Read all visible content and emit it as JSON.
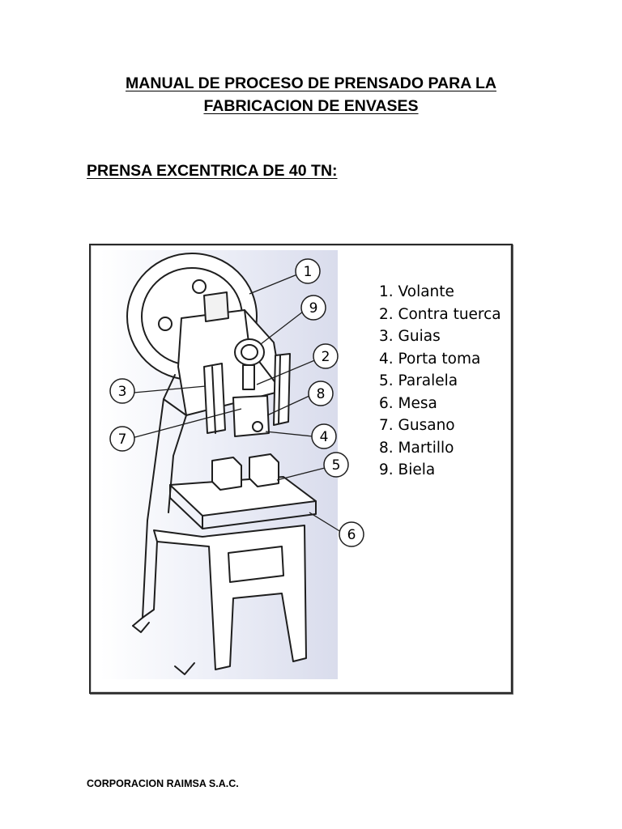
{
  "document": {
    "title_line_1": "MANUAL DE PROCESO DE PRENSADO PARA LA",
    "title_line_2": "FABRICACION DE ENVASES",
    "subtitle": "PRENSA EXCENTRICA DE 40 TN:",
    "footer": "CORPORACION RAIMSA S.A.C."
  },
  "figure": {
    "callouts": [
      "1",
      "2",
      "3",
      "4",
      "5",
      "6",
      "7",
      "8",
      "9"
    ],
    "legend": [
      "1. Volante",
      "2. Contra tuerca",
      "3. Guias",
      "4. Porta toma",
      "5. Paralela",
      "6. Mesa",
      "7. Gusano",
      "8. Martillo",
      "9. Biela"
    ]
  }
}
